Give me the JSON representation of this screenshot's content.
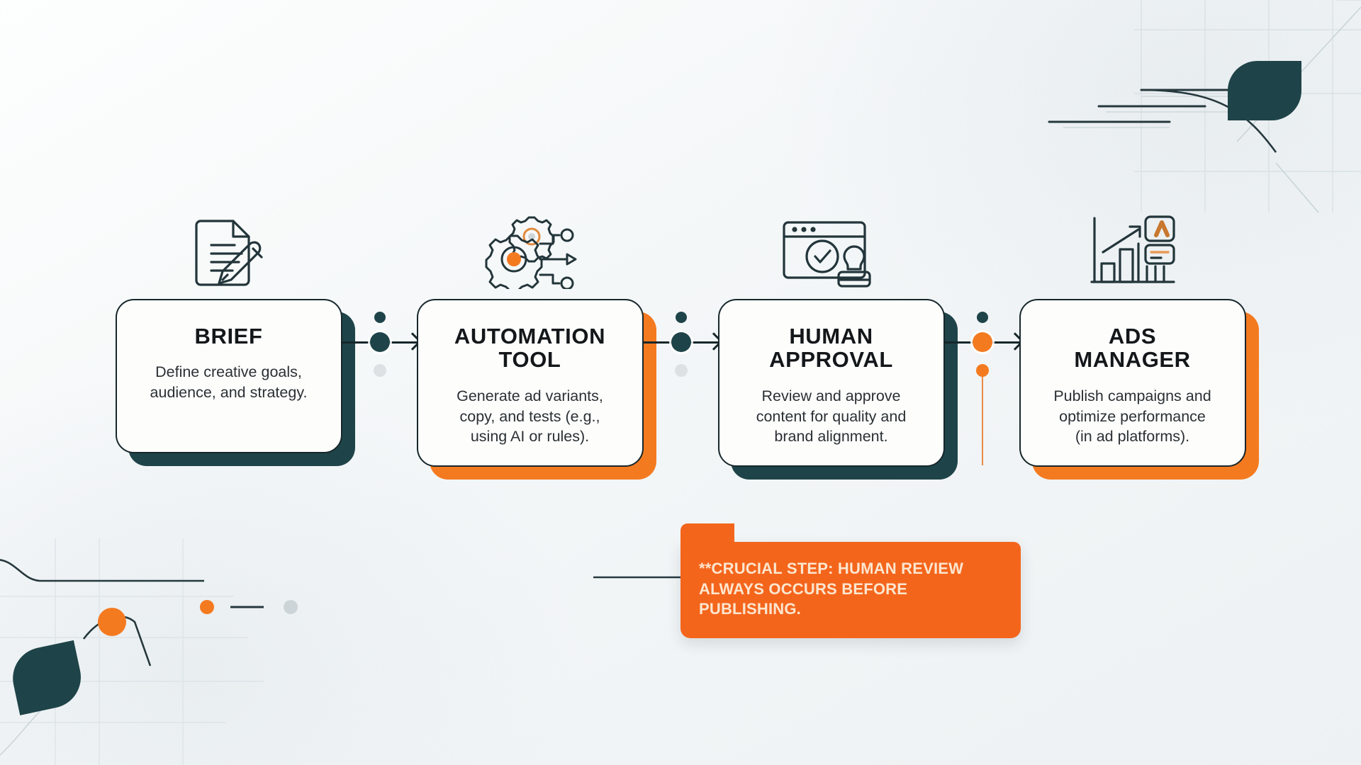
{
  "theme": {
    "ink": "#17272b",
    "teal": "#1e4449",
    "orange": "#f47a20",
    "callout_bg": "#f4651c",
    "callout_text": "#fce6cf",
    "card_bg": "#fdfdfc",
    "muted_dot": "#dde1e3"
  },
  "flow": {
    "steps": [
      {
        "id": "brief",
        "icon": "document-pencil-icon",
        "title": "BRIEF",
        "desc": "Define creative goals,\naudience, and strategy.",
        "shadow": "teal"
      },
      {
        "id": "automation-tool",
        "icon": "gears-automation-icon",
        "title": "AUTOMATION\nTOOL",
        "desc": "Generate ad variants,\ncopy, and tests (e.g.,\nusing AI or rules).",
        "shadow": "orange"
      },
      {
        "id": "human-approval",
        "icon": "browser-stamp-approval-icon",
        "title": "HUMAN\nAPPROVAL",
        "desc": "Review and approve\ncontent for quality and\nbrand alignment.",
        "shadow": "teal"
      },
      {
        "id": "ads-manager",
        "icon": "analytics-growth-icon",
        "title": "ADS\nMANAGER",
        "desc": "Publish campaigns and\noptimize performance\n(in ad platforms).",
        "shadow": "orange"
      }
    ],
    "connectors": [
      {
        "id": "brief-to-automation",
        "accent": "teal",
        "drop": false
      },
      {
        "id": "automation-to-approval",
        "accent": "teal",
        "drop": false
      },
      {
        "id": "approval-to-ads",
        "accent": "orange",
        "drop": true
      }
    ]
  },
  "callout": {
    "line1": "**CRUCIAL STEP: HUMAN REVIEW",
    "line2": "ALWAYS OCCURS BEFORE PUBLISHING."
  }
}
